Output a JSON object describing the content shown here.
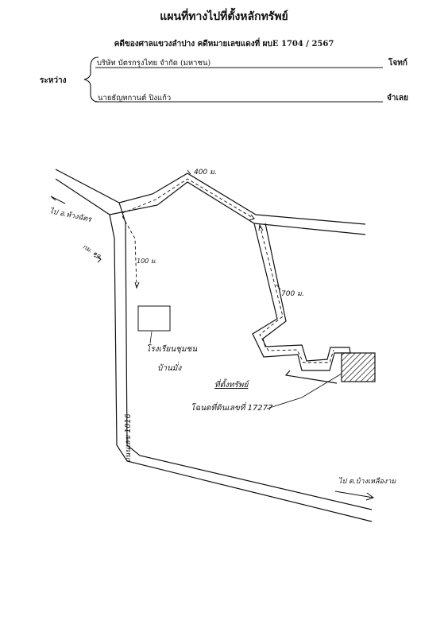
{
  "header": {
    "title": "แผนที่ทางไปที่ตั้งหลักทรัพย์",
    "case_line": "คดีของศาลแขวงลำปาง  คดีหมายเลขแดงที่  ผบE 1704 / 2567",
    "between_label": "ระหว่าง",
    "plaintiff_name": "บริษัท บัตรกรุงไทย จำกัด (มหาชน)",
    "plaintiff_role": "โจทก์",
    "defendant_name": "นายธัญทกานต์  ปิงแก้ว",
    "defendant_role": "จำเลย"
  },
  "map_labels": {
    "to_top_left": "ไป อ.ห้างฉัตร",
    "km_marker": "กม. ๑๐",
    "distance_400": "400 ม.",
    "distance_100": "100 ม.",
    "distance_700": "700 ม.",
    "school_line1": "โรงเรียนชุมชน",
    "school_line2": "บ้านมั่ง",
    "road_name": "ถนนเลข 1016",
    "property_line1": "ที่ตั้งทรัพย์",
    "property_line2": "โฉนดที่ดินเลขที่  17277",
    "to_bottom_right": "ไป ต.บ้างเหลืองาม"
  },
  "colors": {
    "ink": "#111111",
    "paper": "#ffffff"
  }
}
